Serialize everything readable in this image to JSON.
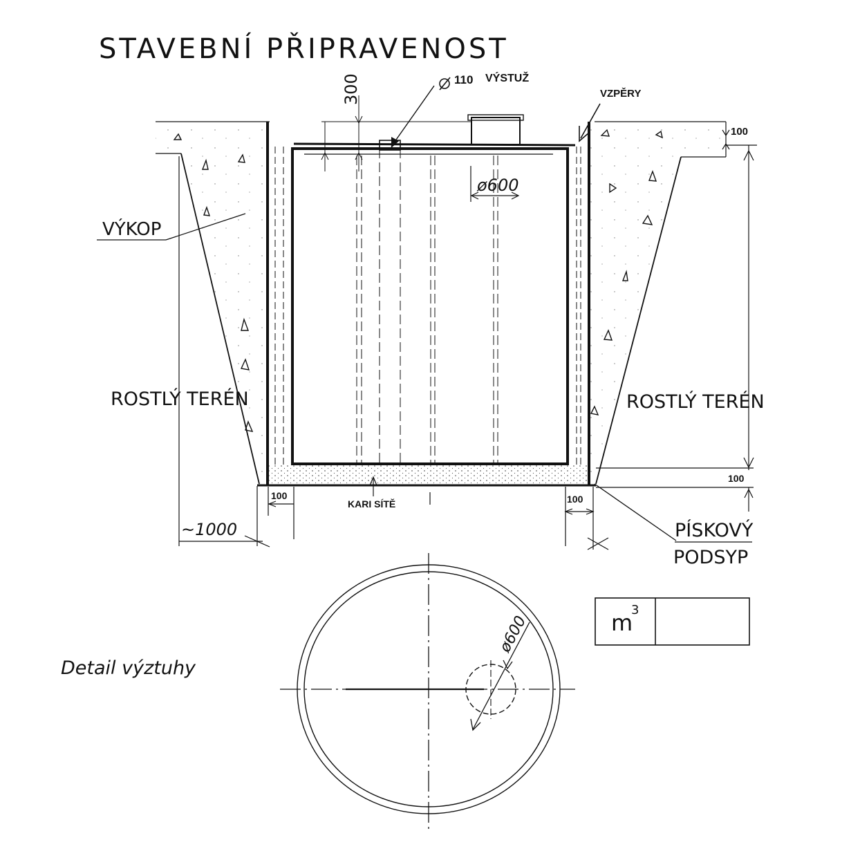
{
  "title": "STAVEBNÍ PŘIPRAVENOST",
  "labels": {
    "dim_300": "300",
    "pipe_diameter_symbol": "⌀",
    "pipe_label": "110",
    "reinforcement": "VÝSTUŽ",
    "struts": "VZPĚRY",
    "dim_100_top": "100",
    "dim_d600_side": "ø600",
    "excavation": "VÝKOP",
    "native_ground_left": "ROSTLÝ TERÉN",
    "native_ground_right": "ROSTLÝ TERÉN",
    "dim_100_bottom_right": "100",
    "dim_100_left": "100",
    "dim_100_right": "100",
    "mesh": "KARI SÍTĚ",
    "dim_1000": "~1000",
    "sand_bed_line1": "PÍSKOVÝ",
    "sand_bed_line2": "PODSYP",
    "dim_d600_plan": "ø600",
    "detail": "Detail výztuhy",
    "volume_unit": "m",
    "volume_exp": "3",
    "volume_value": ""
  },
  "colors": {
    "ink": "#111111",
    "paper": "#ffffff"
  }
}
